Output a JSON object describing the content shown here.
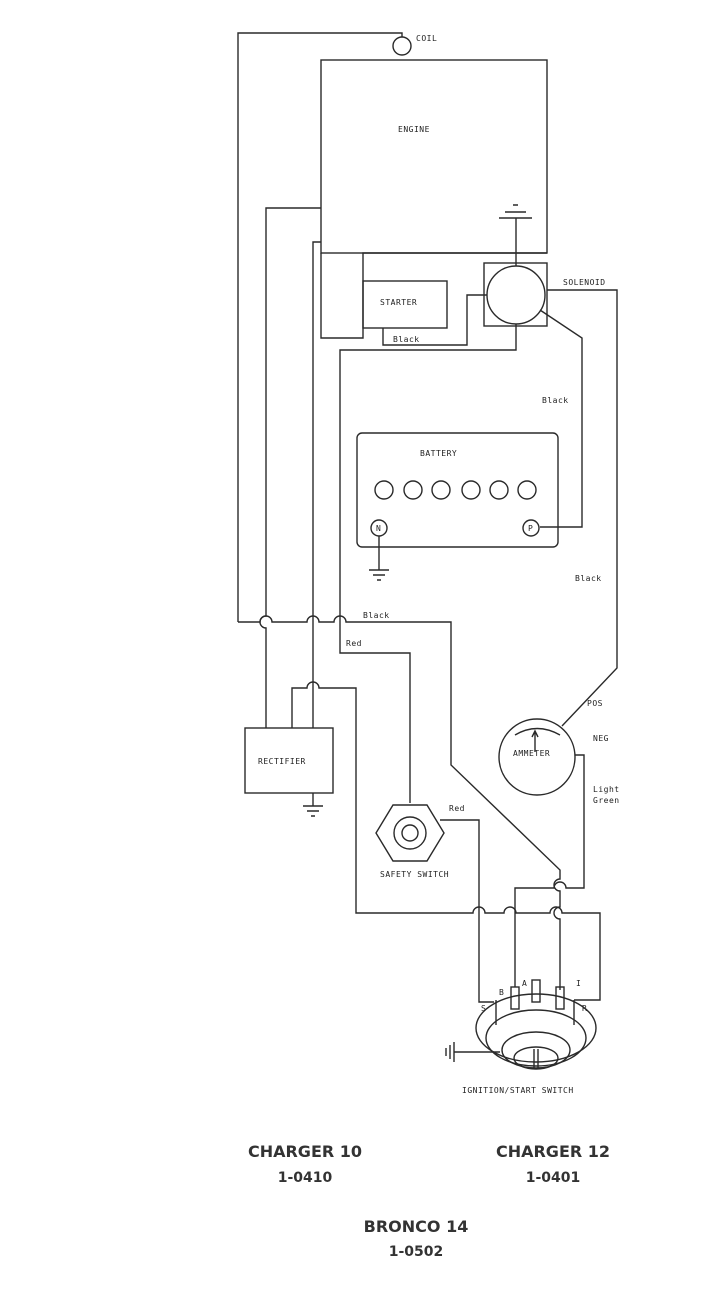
{
  "components": {
    "coil": "COIL",
    "engine": "ENGINE",
    "solenoid": "SOLENOID",
    "starter": "STARTER",
    "battery": "BATTERY",
    "battery_neg": "N",
    "battery_pos": "P",
    "rectifier": "RECTIFIER",
    "ammeter": "AMMETER",
    "ammeter_pos": "POS",
    "ammeter_neg": "NEG",
    "safety_switch": "SAFETY SWITCH",
    "ignition_switch": "IGNITION/START SWITCH",
    "terminals": {
      "s": "S",
      "b": "B",
      "a": "A",
      "i": "I",
      "r": "R"
    }
  },
  "wire_labels": {
    "starter_black": "Black",
    "solenoid_battery_black": "Black",
    "solenoid_ammeter_black": "Black",
    "main_black": "Black",
    "red_upper": "Red",
    "red_lower": "Red",
    "light_green_1": "Light",
    "light_green_2": "Green"
  },
  "models": [
    {
      "name": "CHARGER 10",
      "number": "1-0410"
    },
    {
      "name": "CHARGER 12",
      "number": "1-0401"
    },
    {
      "name": "BRONCO 14",
      "number": "1-0502"
    }
  ]
}
